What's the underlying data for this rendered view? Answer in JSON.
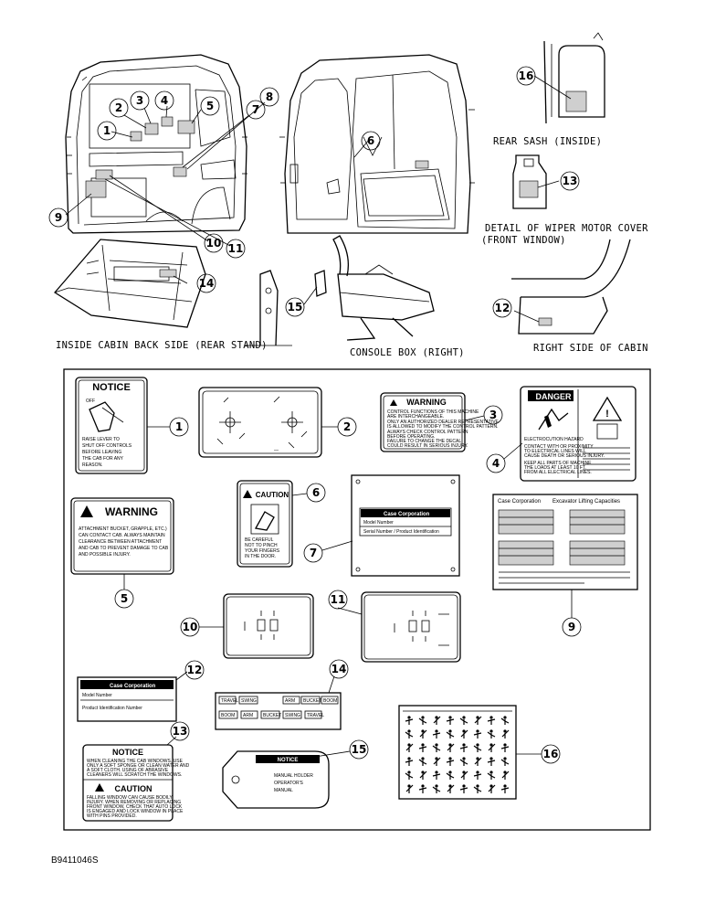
{
  "doc_id": "B9411046S",
  "views": {
    "rear_sash": "REAR SASH (INSIDE)",
    "wiper_line1": "DETAIL OF WIPER MOTOR COVER",
    "wiper_line2": "(FRONT WINDOW)",
    "inside_back": "INSIDE CABIN BACK SIDE (REAR STAND)",
    "console": "CONSOLE BOX (RIGHT)",
    "right_side": "RIGHT SIDE OF CABIN"
  },
  "callouts": [
    "1",
    "2",
    "3",
    "4",
    "5",
    "6",
    "7",
    "8",
    "9",
    "10",
    "11",
    "12",
    "13",
    "14",
    "15",
    "16"
  ],
  "decals": {
    "d1": {
      "title": "NOTICE",
      "off": "OFF",
      "body": [
        "RAISE LEVER TO",
        "SHUT OFF CONTROLS",
        "BEFORE LEAVING",
        "THE CAB FOR ANY",
        "REASON."
      ]
    },
    "d3": {
      "title": "WARNING",
      "body": [
        "CONTROL FUNCTIONS OF THIS MACHINE",
        "ARE INTERCHANGEABLE.",
        "ONLY AN AUTHORIZED DEALER REPRESENTATIVE",
        "IS ALLOWED TO MODIFY THE CONTROL PATTERN.",
        "ALWAYS CHECK CONTROL PATTERN",
        "BEFORE OPERATING.",
        "FAILURE TO CHANGE THE DECAL",
        "COULD RESULT IN SERIOUS INJURY."
      ]
    },
    "d4": {
      "title": "DANGER",
      "sub": "ELECTROCUTION HAZARD",
      "body": [
        "CONTACT WITH OR PROXIMITY",
        "TO ELECTRICAL LINES WILL",
        "CAUSE DEATH OR SERIOUS INJURY.",
        "KEEP ALL PARTS OF MACHINE",
        "THE LOADS AT LEAST 10 FT.",
        "FROM ALL ELECTRICAL LINES."
      ]
    },
    "d5": {
      "title": "WARNING",
      "body": [
        "ATTACHMENT BUCKET, GRAPPLE, ETC.)",
        "CAN CONTACT CAB. ALWAYS MAINTAIN",
        "CLEARANCE BETWEEN ATTACHMENT",
        "AND CAB TO PREVENT DAMAGE TO CAB",
        "AND POSSIBLE INJURY."
      ]
    },
    "d6": {
      "title": "CAUTION",
      "body": [
        "BE CAREFUL",
        "NOT TO PINCH",
        "YOUR FINGERS",
        "IN THE DOOR."
      ]
    },
    "d7": {
      "company": "Case Corporation",
      "r1": "Model Number",
      "r2": "Serial Number / Product Identification"
    },
    "d9": {
      "company": "Case Corporation",
      "title": "Excavator Lifting Capacities"
    },
    "d12": {
      "company": "Case Corporation",
      "r1": "Model Number",
      "r2": "Product Identification Number"
    },
    "d13": {
      "notice": "NOTICE",
      "notice_body": [
        "WHEN CLEANING THE CAB WINDOWS, USE",
        "ONLY A SOFT SPONGE OR CLEAN WATER AND",
        "A SOFT CLOTH. USING OF ABRASIVE",
        "CLEANERS WILL SCRATCH THE WINDOWS."
      ],
      "caution": "CAUTION",
      "caution_body": [
        "FALLING WINDOW CAN CAUSE BODILY",
        "INJURY. WHEN REMOVING OR REPLACING",
        "FRONT WINDOW, CHECK THAT AUTO LOCK",
        "IS ENGAGED AND LOCK WINDOW IN PLACE",
        "WITH PINS PROVIDED."
      ]
    },
    "d14": {
      "row1": [
        "TRAVEL",
        "SWING",
        "",
        "ARM",
        "BUCKET",
        "BOOM"
      ],
      "row2": [
        "BOOM",
        "ARM",
        "BUCKET",
        "SWING",
        "TRAVEL"
      ]
    },
    "d15": {
      "title": "NOTICE",
      "body": [
        "MANUAL HOLDER",
        "OPERATOR'S",
        "MANUAL"
      ]
    }
  },
  "colors": {
    "ink": "#000000",
    "paper": "#ffffff",
    "shade": "#cfcfcf"
  }
}
